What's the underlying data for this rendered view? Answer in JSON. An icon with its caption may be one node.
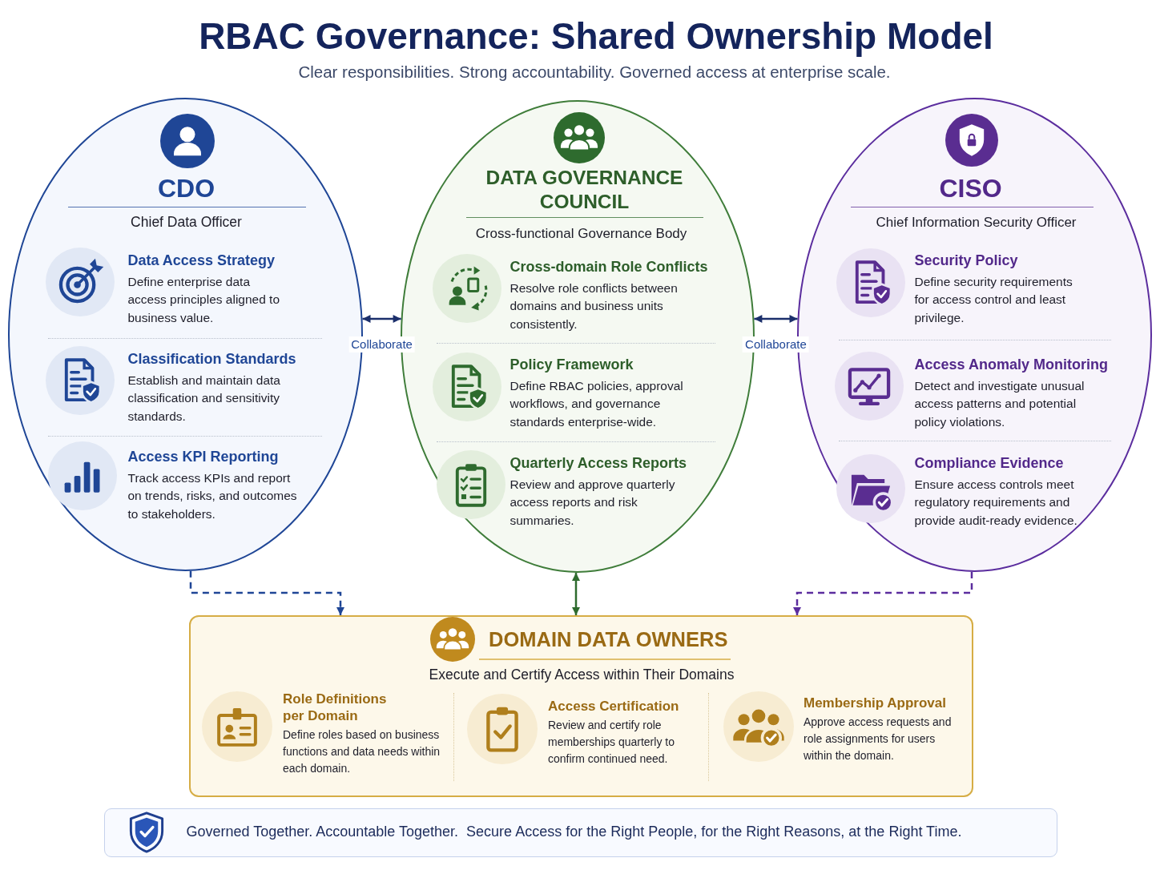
{
  "diagram": {
    "title": "RBAC Governance: Shared Ownership Model",
    "nodes": [
      {
        "text": [
          "CDO",
          "Chief Data Officer",
          "Data Access Strategy",
          "Define enterprise data access principles aligned to business value.",
          "Classification Standards",
          "Establish and maintain data classification and sensitivity standards.",
          "Access KPI Reporting",
          "Track access KPIs and report on trends, risks, and outcomes to stakeholders."
        ]
      },
      {
        "text": [
          "DATA GOVERNANCE COUNCIL",
          "Cross-functional Governance Body",
          "Cross-domain Role Conflicts",
          "Resolve role conflicts between domains and business units consistently.",
          "Policy Framework",
          "Define RBAC policies, approval workflows, and governance standards enterprise-wide.",
          "Quarterly Access Reports",
          "Review and approve quarterly access reports and risk summaries."
        ]
      },
      {
        "text": [
          "CISO",
          "Chief Information Security Officer",
          "Security Policy",
          "Define security requirements for access control and least privilege.",
          "Access Anomaly Monitoring",
          "Detect and investigate unusual access patterns and potential policy violations.",
          "Compliance Evidence",
          "Ensure access controls meet regulatory requirements and provide audit-ready evidence."
        ]
      },
      {
        "text": [
          "DOMAIN DATA OWNERS",
          "Execute and Certify Access within Their Domains",
          "Role Definitions per Domain",
          "Define roles based on business functions and data needs within each domain.",
          "Access Certification",
          "Review and certify role memberships quarterly to confirm continued need.",
          "Membership Approval",
          "Approve access requests and role assignments for users within the domain."
        ]
      },
      {
        "text": [
          "Governed Together. Accountable Together.  Secure Access for the Right People, for the Right Reasons, at the Right Time."
        ]
      }
    ],
    "edges": [
      {
        "from": 0,
        "to": 1,
        "arrow": "both",
        "label": "Collaborate"
      },
      {
        "from": 1,
        "to": 2,
        "arrow": "both",
        "label": "Collaborate"
      },
      {
        "from": 0,
        "to": 3,
        "arrow": "to",
        "style": "dashed",
        "color": "#1f4696"
      },
      {
        "from": 1,
        "to": 3,
        "arrow": "both",
        "color": "#2e6b2e"
      },
      {
        "from": 2,
        "to": 3,
        "arrow": "to",
        "style": "dashed",
        "color": "#5b2d9e"
      }
    ],
    "labels": [
      "Clear responsibilities. Strong accountability. Governed access at enterprise scale."
    ]
  }
}
